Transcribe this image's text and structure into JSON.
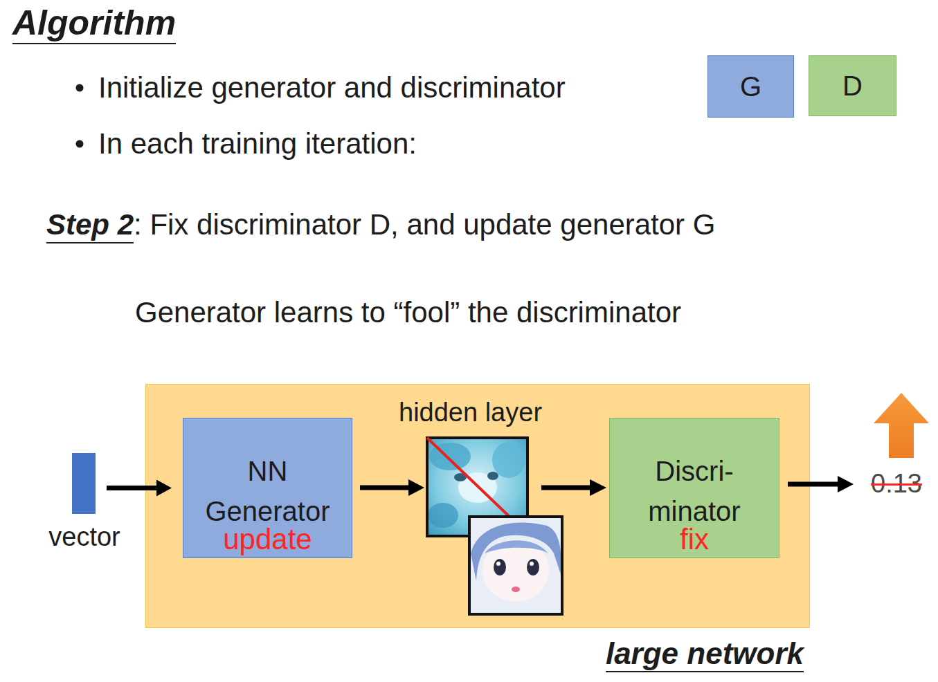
{
  "diagram": {
    "title": "Algorithm",
    "nodes": [
      {
        "text": [
          "G"
        ]
      },
      {
        "text": [
          "D"
        ]
      },
      {
        "text": [
          "vector"
        ]
      },
      {
        "text": [
          "large network"
        ]
      },
      {
        "text": [
          "NN Generator",
          "update"
        ],
        "in": 3
      },
      {
        "text": [
          "Discri- minator",
          "fix"
        ],
        "in": 3
      }
    ],
    "edges": [
      {
        "from": 2,
        "to": 4,
        "arrow": "to"
      }
    ],
    "labels": [
      "Initialize generator and discriminator",
      "In each training iteration:",
      "Step 2",
      ": Fix discriminator D, and update generator G",
      "Generator learns to “fool” the discriminator",
      "hidden layer",
      "0.13"
    ]
  }
}
